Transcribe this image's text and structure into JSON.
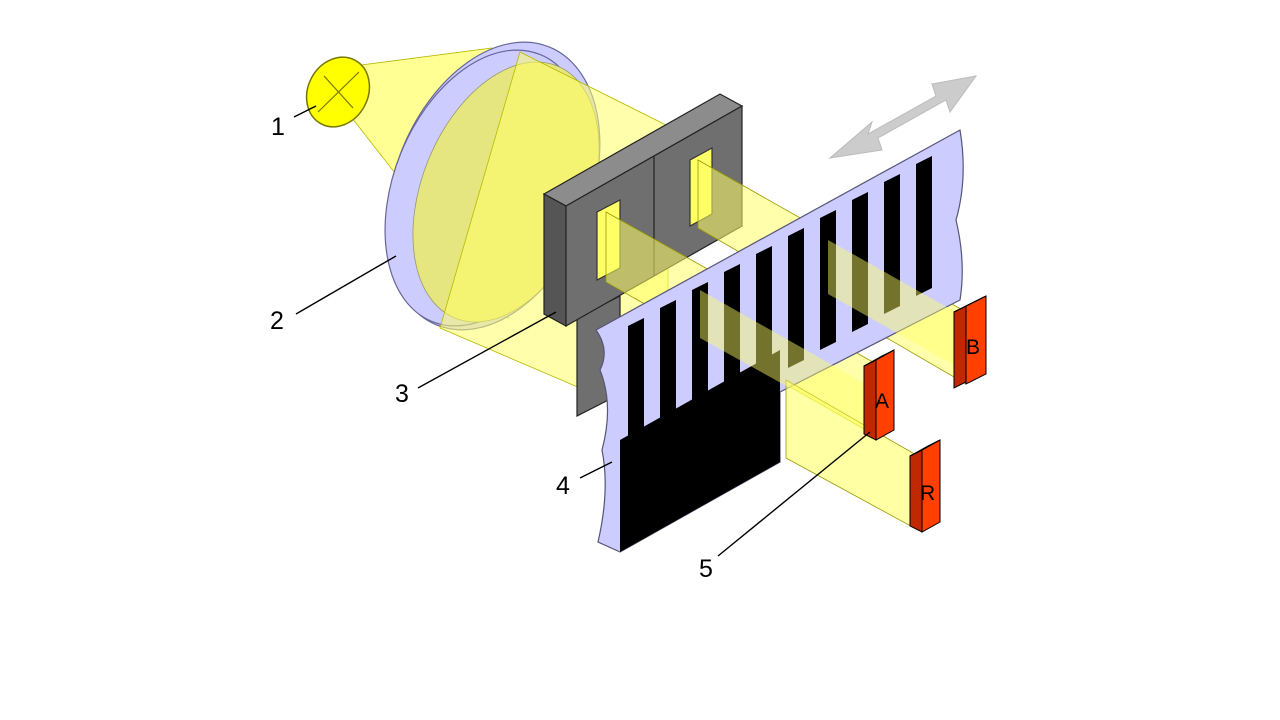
{
  "colors": {
    "light": "#ffff00",
    "light_beam": "#ffff66",
    "lens_rim": "#ccccff",
    "mask_front": "#6f6f6f",
    "mask_side": "#555555",
    "mask_top": "#8c8c8c",
    "scale_band": "#ccccff",
    "scale_black": "#000000",
    "sensor_front": "#ff4000",
    "sensor_side": "#c02800",
    "arrow": "#cccccc"
  },
  "callouts": [
    {
      "label": "1",
      "part": "light-source"
    },
    {
      "label": "2",
      "part": "condenser-lens"
    },
    {
      "label": "3",
      "part": "mask-with-slits"
    },
    {
      "label": "4",
      "part": "scale-grating"
    },
    {
      "label": "5",
      "part": "photodetector"
    }
  ],
  "sensors": {
    "a": "A",
    "b": "B",
    "r": "R"
  },
  "motion_arrow": {
    "icon": "double-arrow-icon"
  }
}
